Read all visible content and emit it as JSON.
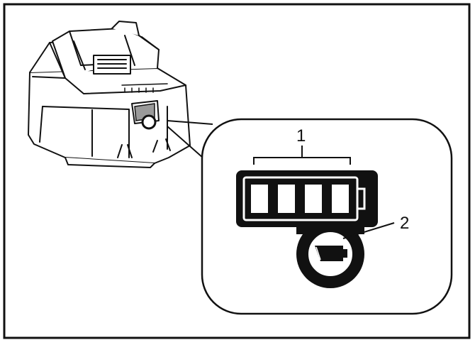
{
  "callouts": {
    "fuel_gauge_label": "1",
    "check_button_label": "2"
  },
  "indicator": {
    "lamps_total": 4,
    "lamps_lit": 4
  },
  "colors": {
    "ink": "#111111",
    "paper": "#ffffff",
    "light_gray": "#e6e6e6"
  },
  "icons": {
    "battery_pack": "battery-pack-illustration",
    "check_button": "battery-check-button-icon"
  }
}
